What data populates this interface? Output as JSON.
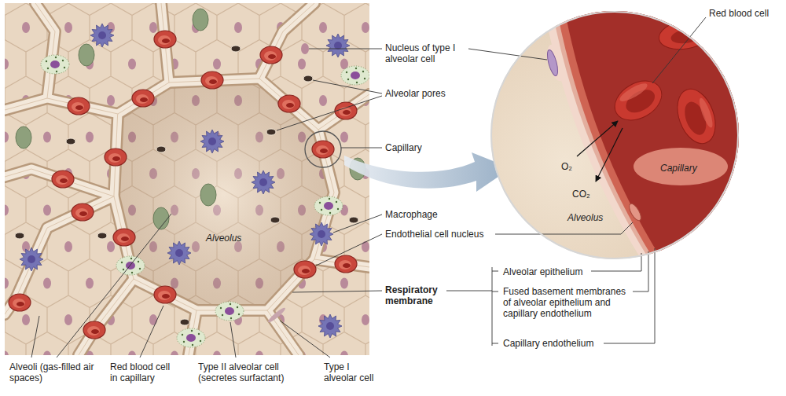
{
  "diagram": {
    "nodes": [
      {
        "text": [
          "O₂",
          "CO₂",
          "Alveolus",
          "Capillary"
        ]
      }
    ],
    "labels": [
      "Nucleus of type I alveolar cell",
      "Alveolar pores",
      "Capillary",
      "Macrophage",
      "Endothelial cell nucleus",
      "Respiratory membrane",
      "Alveolus",
      "Alveoli (gas-filled air spaces)",
      "Red blood cell in capillary",
      "Type II alveolar cell (secretes surfactant)",
      "Type I alveolar cell",
      "Red blood cell",
      "Alveolar epithelium",
      "Fused basement membranes of alveolar epithelium and capillary endothelium",
      "Capillary endothelium"
    ]
  }
}
